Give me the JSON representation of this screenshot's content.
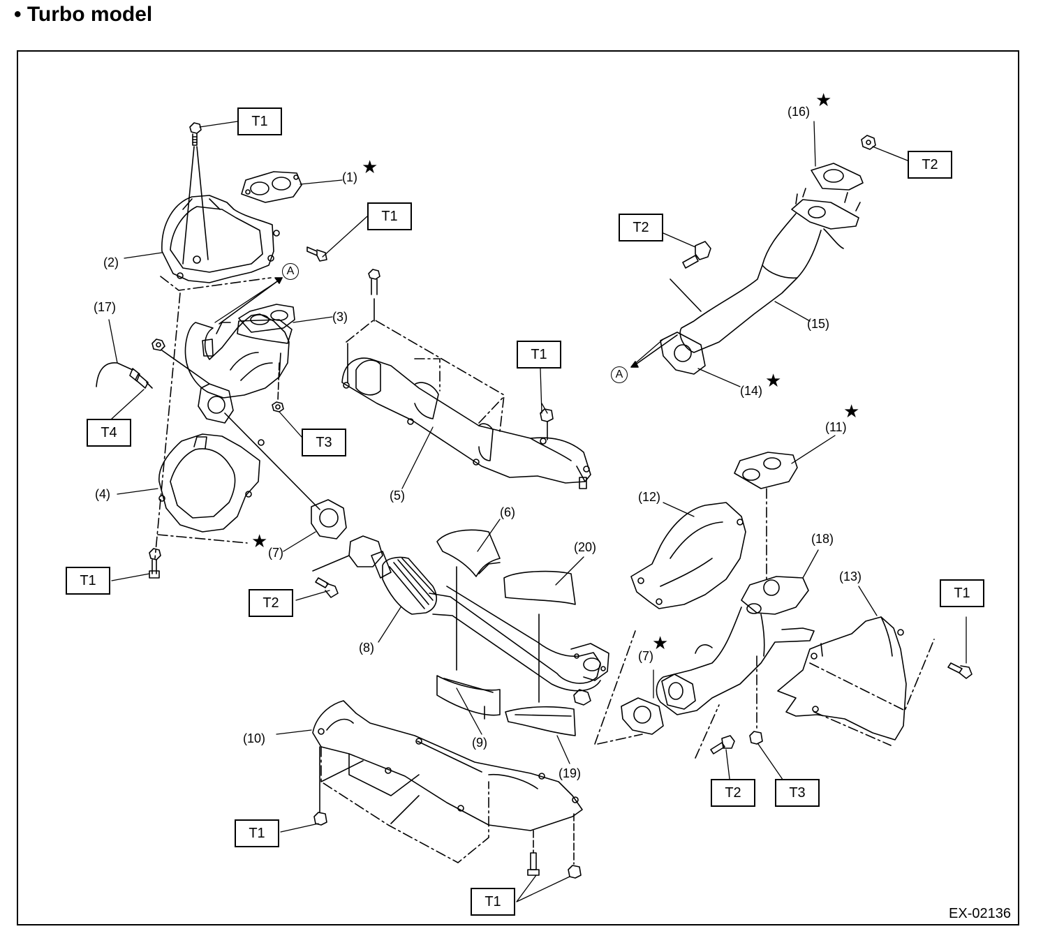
{
  "heading": "• Turbo model",
  "figure_code": "EX-02136",
  "ref_marker": "A",
  "star_glyph": "★",
  "parts": {
    "p1": "(1)",
    "p2": "(2)",
    "p3": "(3)",
    "p4": "(4)",
    "p5": "(5)",
    "p6": "(6)",
    "p7a": "(7)",
    "p7b": "(7)",
    "p8": "(8)",
    "p9": "(9)",
    "p10": "(10)",
    "p11": "(11)",
    "p12": "(12)",
    "p13": "(13)",
    "p14": "(14)",
    "p15": "(15)",
    "p16": "(16)",
    "p17": "(17)",
    "p18": "(18)",
    "p19": "(19)",
    "p20": "(20)"
  },
  "torque": {
    "t1": "T1",
    "t2": "T2",
    "t3": "T3",
    "t4": "T4"
  }
}
